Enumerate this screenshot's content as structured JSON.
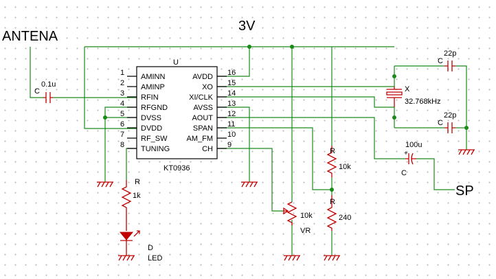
{
  "labels": {
    "antenna": "ANTENA",
    "supply": "3V",
    "speaker": "SP"
  },
  "ic": {
    "ref": "U",
    "part": "KT0936",
    "left_pins": [
      {
        "num": "1",
        "name": "AMINN"
      },
      {
        "num": "2",
        "name": "AMINP"
      },
      {
        "num": "3",
        "name": "RFIN"
      },
      {
        "num": "4",
        "name": "RFGND"
      },
      {
        "num": "5",
        "name": "DVSS"
      },
      {
        "num": "6",
        "name": "DVDD"
      },
      {
        "num": "7",
        "name": "RF_SW"
      },
      {
        "num": "8",
        "name": "TUNING"
      }
    ],
    "right_pins": [
      {
        "num": "16",
        "name": "AVDD"
      },
      {
        "num": "15",
        "name": "XO"
      },
      {
        "num": "14",
        "name": "XI/CLK"
      },
      {
        "num": "13",
        "name": "AVSS"
      },
      {
        "num": "12",
        "name": "AOUT"
      },
      {
        "num": "11",
        "name": "SPAN"
      },
      {
        "num": "10",
        "name": "AM_FM"
      },
      {
        "num": "9",
        "name": "CH"
      }
    ]
  },
  "components": {
    "c_ant": {
      "ref": "C",
      "value": "0.1u"
    },
    "c_xo": {
      "ref": "C",
      "value": "22p"
    },
    "c_xi": {
      "ref": "C",
      "value": "22p"
    },
    "crystal": {
      "ref": "X",
      "value": "32.768kHz"
    },
    "c_out": {
      "ref": "C",
      "value": "100u",
      "polarity": "+"
    },
    "r_top": {
      "ref": "R",
      "value": "10k"
    },
    "r_bot": {
      "ref": "R",
      "value": "240"
    },
    "vr": {
      "ref": "VR",
      "value": "10k"
    },
    "r_led": {
      "ref": "R",
      "value": "1k"
    },
    "led": {
      "ref": "D",
      "value": "LED"
    }
  },
  "colors": {
    "wire": "#1a8a1a",
    "component": "#c00000",
    "symbol": "#000000"
  }
}
